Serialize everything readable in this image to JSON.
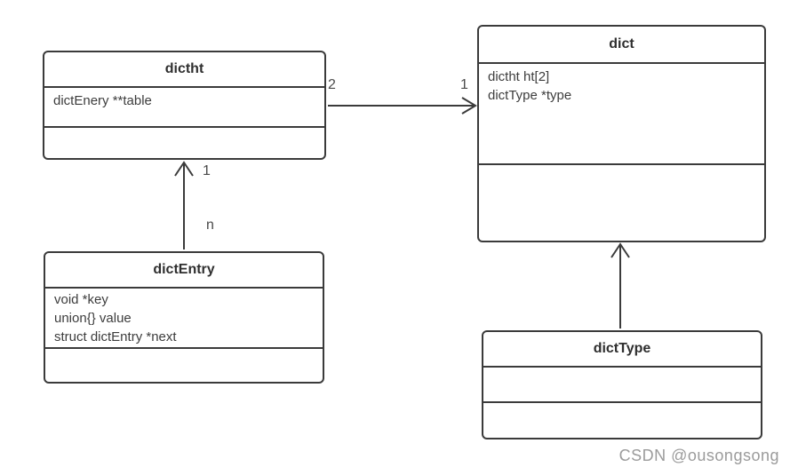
{
  "diagram": {
    "classes": {
      "dictht": {
        "name": "dictht",
        "attributes": [
          "dictEnery **table"
        ]
      },
      "dict": {
        "name": "dict",
        "attributes": [
          "dictht ht[2]",
          "dictType *type"
        ]
      },
      "dictEntry": {
        "name": "dictEntry",
        "attributes": [
          "void *key",
          "union{} value",
          "struct dictEntry *next"
        ]
      },
      "dictType": {
        "name": "dictType",
        "attributes": []
      }
    },
    "associations": {
      "dictht_to_dict": {
        "source": "dictht",
        "target": "dict",
        "source_multiplicity": "2",
        "target_multiplicity": "1"
      },
      "dictEntry_to_dictht": {
        "source": "dictEntry",
        "target": "dictht",
        "source_multiplicity": "n",
        "target_multiplicity": "1"
      },
      "dictType_to_dict": {
        "source": "dictType",
        "target": "dict"
      }
    }
  },
  "watermark": {
    "text": "CSDN @ousongsong"
  },
  "colors": {
    "stroke": "#3b3b3b",
    "text": "#333333",
    "watermark": "#9b9b9b",
    "background": "#ffffff"
  }
}
